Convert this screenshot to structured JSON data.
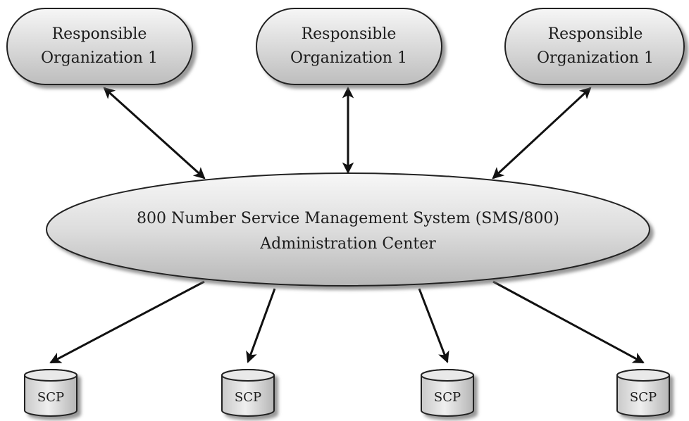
{
  "organizations": [
    {
      "line1": "Responsible",
      "line2": "Organization 1"
    },
    {
      "line1": "Responsible",
      "line2": "Organization 1"
    },
    {
      "line1": "Responsible",
      "line2": "Organization 1"
    }
  ],
  "center": {
    "line1": "800 Number Service Management System (SMS/800)",
    "line2": "Administration Center"
  },
  "scps": [
    {
      "label": "SCP"
    },
    {
      "label": "SCP"
    },
    {
      "label": "SCP"
    },
    {
      "label": "SCP"
    }
  ],
  "colors": {
    "node_fill_light": "#f4f4f4",
    "node_fill_dark": "#b9b9b9",
    "stroke": "#222222",
    "shadow": "#8a8a8a"
  }
}
